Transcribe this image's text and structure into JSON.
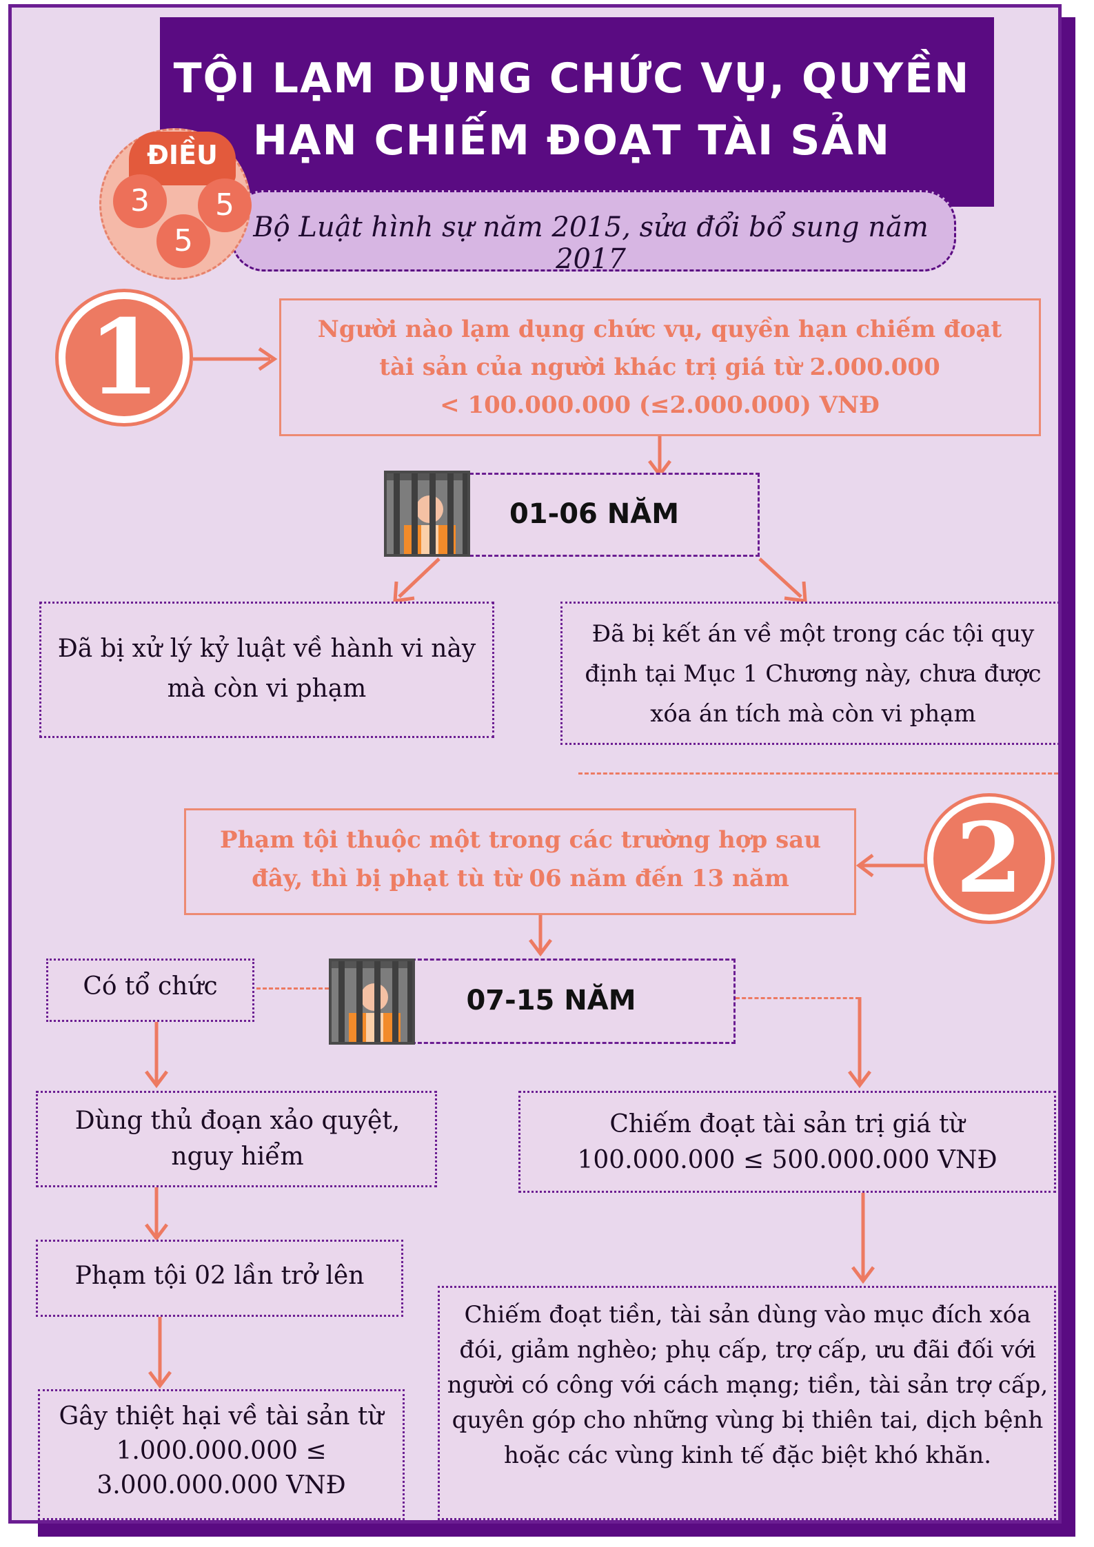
{
  "header": {
    "title_line1": "TỘI LẠM DỤNG CHỨC VỤ, QUYỀN",
    "title_line2": "HẠN CHIẾM ĐOẠT TÀI SẢN",
    "subtitle": "Bộ Luật hình sự năm 2015, sửa đổi bổ sung năm 2017"
  },
  "badge": {
    "label": "ĐIỀU",
    "digits": [
      "3",
      "5",
      "5"
    ]
  },
  "section1": {
    "number": "1",
    "condition": "Người nào lạm dụng chức vụ, quyền hạn chiếm đoạt tài sản của người khác trị giá từ 2.000.000 < 100.000.000 (≤2.000.000) VNĐ",
    "condition_lines": [
      "Người nào lạm dụng chức vụ, quyền hạn chiếm đoạt",
      "tài sản của người khác trị giá từ 2.000.000",
      "< 100.000.000 (≤2.000.000) VNĐ"
    ],
    "sentence": "01-06 NĂM",
    "cases": [
      "Đã bị xử lý kỷ luật về hành vi này mà còn vi phạm",
      "Đã bị kết án về một trong các tội quy định tại Mục 1 Chương này, chưa được xóa án tích mà còn vi phạm"
    ]
  },
  "section2": {
    "number": "2",
    "condition_lines": [
      "Phạm tội thuộc một trong các trường hợp sau",
      "đây, thì bị phạt tù từ 06 năm đến 13 năm"
    ],
    "sentence": "07-15 NĂM",
    "left_cases": [
      "Có tổ chức",
      "Dùng thủ đoạn xảo quyệt, nguy hiểm",
      "Phạm tội 02 lần trở lên",
      "Gây thiệt hại về tài sản từ 1.000.000.000 ≤ 3.000.000.000 VNĐ"
    ],
    "right_cases": [
      "Chiếm đoạt tài sản trị giá từ 100.000.000 ≤ 500.000.000 VNĐ",
      "Chiếm đoạt tiền, tài sản dùng vào mục đích xóa đói, giảm nghèo; phụ cấp, trợ cấp, ưu đãi đối với người có công với cách mạng; tiền, tài sản trợ cấp, quyên góp cho những vùng bị thiên tai, dịch bệnh hoặc các vùng kinh tế đặc biệt khó khăn."
    ]
  },
  "colors": {
    "purple": "#5a0b82",
    "salmon": "#ed7a62",
    "background": "#e9d8ed"
  },
  "icons": [
    "jail-icon",
    "arrow-icon"
  ]
}
